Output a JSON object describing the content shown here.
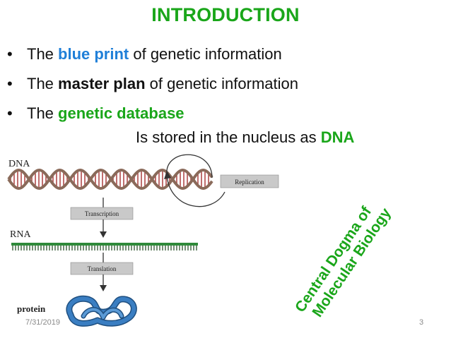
{
  "slide": {
    "title": "INTRODUCTION",
    "bullets": [
      {
        "pre": "The ",
        "hl": "blue print",
        "post": " of genetic information",
        "hl_color": "#1f7fd8"
      },
      {
        "pre": "The ",
        "hl": "master plan",
        "post": " of genetic information",
        "hl_color": "#111111"
      },
      {
        "pre": "The ",
        "hl": "genetic database",
        "post": "",
        "hl_color": "#1aa61a"
      }
    ],
    "stored_line": {
      "pre": "Is stored in the nucleus as ",
      "hl": "DNA"
    },
    "bullet_glyph": "•",
    "rotated_caption": {
      "line1": "Central Dogma of",
      "line2": "Molecular Biology",
      "color": "#1aa61a"
    },
    "footer": {
      "date": "7/31/2019",
      "page": "3"
    }
  },
  "diagram": {
    "dna_label": "DNA",
    "rna_label": "RNA",
    "protein_label": "protein",
    "replication_label": "Replication",
    "transcription_label": "Transcription",
    "translation_label": "Translation",
    "colors": {
      "dna_strand": "#8a6a5a",
      "dna_rung": "#b04a4a",
      "rna_strand": "#2f8a3a",
      "protein": "#3a7ec2",
      "box": "#c9c9c9",
      "text": "#222222"
    }
  }
}
